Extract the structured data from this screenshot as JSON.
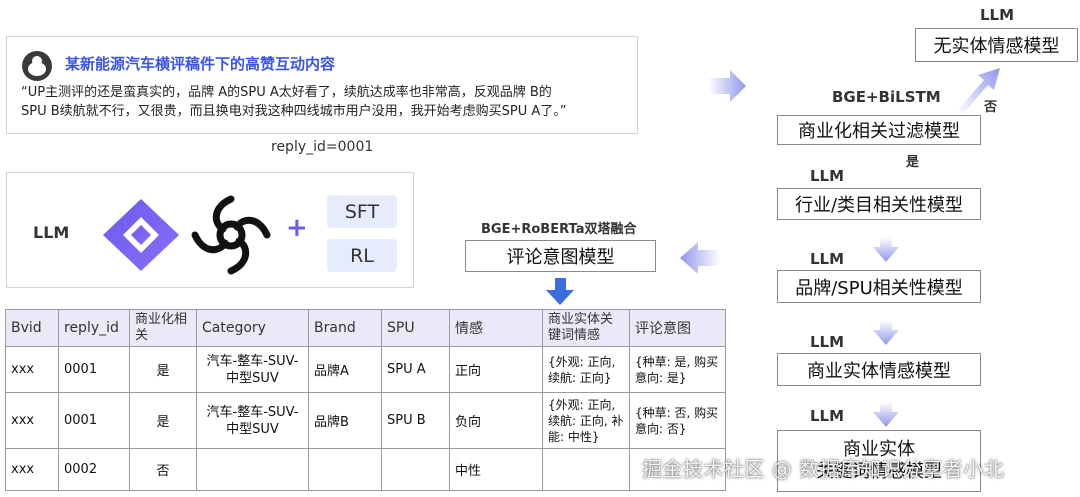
{
  "post": {
    "title": "某新能源汽车横评稿件下的高赞互动内容",
    "quote_line1": "“UP主测评的还是蛮真实的，品牌 A的SPU A太好看了，续航达成率也非常高，反观品牌 B的",
    "quote_line2": "SPU B续航就不行，又很贵，而且换电对我这种四线城市用户没用，我开始考虑购买SPU A了。”",
    "reply_id": "reply_id=0001"
  },
  "models": {
    "llm_label": "LLM",
    "plus": "+",
    "sft": "SFT",
    "rl": "RL"
  },
  "intent": {
    "tag": "BGE+RoBERTa双塔融合",
    "box": "评论意图模型"
  },
  "pipeline": {
    "entity_sentiment_tag": "LLM",
    "entity_sentiment_box": "无实体情感模型",
    "filter_tag": "BGE+BiLSTM",
    "filter_box": "商业化相关过滤模型",
    "no_label": "否",
    "yes_label": "是",
    "industry_tag": "LLM",
    "industry_box": "行业/类目相关性模型",
    "brand_tag": "LLM",
    "brand_box": "品牌/SPU相关性模型",
    "biz_entity_tag": "LLM",
    "biz_entity_box": "商业实体情感模型",
    "keyword_tag": "LLM",
    "keyword_box_line1": "商业实体",
    "keyword_box_line2": "关键词情感模型"
  },
  "table": {
    "headers": [
      "Bvid",
      "reply_id",
      "商业化相关",
      "Category",
      "Brand",
      "SPU",
      "情感",
      "商业实体关键词情感",
      "评论意图"
    ],
    "rows": [
      [
        "xxx",
        "0001",
        "是",
        "汽车-整车-SUV-中型SUV",
        "品牌A",
        "SPU A",
        "正向",
        "{外观: 正向, 续航: 正向}",
        "{种草: 是, 购买意向: 是}"
      ],
      [
        "xxx",
        "0001",
        "是",
        "汽车-整车-SUV-中型SUV",
        "品牌B",
        "SPU B",
        "负向",
        "{外观: 正向, 续航: 正向, 补能: 中性}",
        "{种草: 否, 购买意向: 否}"
      ],
      [
        "xxx",
        "0002",
        "否",
        "",
        "",
        "",
        "中性",
        "",
        ""
      ]
    ]
  },
  "watermark": "掘金技术社区 @ 数据库知识分享者小北",
  "colors": {
    "accent_blue": "#3b55e6",
    "arrow_purple": "#9aa2ee",
    "pill_bg": "#e6ecfb",
    "header_bg": "#e9e9f7"
  }
}
